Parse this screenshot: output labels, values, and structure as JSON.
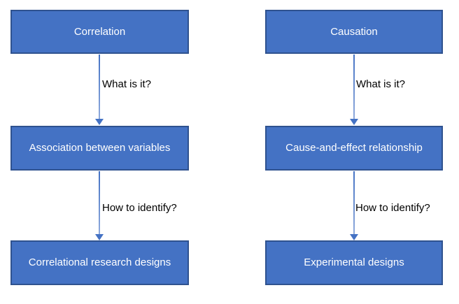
{
  "diagram": {
    "type": "flowchart",
    "background": "#ffffff",
    "colors": {
      "box_fill": "#4472C4",
      "box_border": "#2F528F",
      "box_text": "#ffffff",
      "arrow_line": "#4472C4",
      "arrow_line_fade": "#8FAADC",
      "arrow_head": "#4472C4",
      "label_text": "#000000"
    },
    "columns": [
      {
        "id": "correlation",
        "boxes": [
          {
            "label": "Correlation"
          },
          {
            "label": "Association between variables"
          },
          {
            "label": "Correlational research designs"
          }
        ],
        "arrow_labels": [
          "What is it?",
          "How to identify?"
        ]
      },
      {
        "id": "causation",
        "boxes": [
          {
            "label": "Causation"
          },
          {
            "label": "Cause-and-effect relationship"
          },
          {
            "label": "Experimental designs"
          }
        ],
        "arrow_labels": [
          "What is it?",
          "How to identify?"
        ]
      }
    ]
  }
}
